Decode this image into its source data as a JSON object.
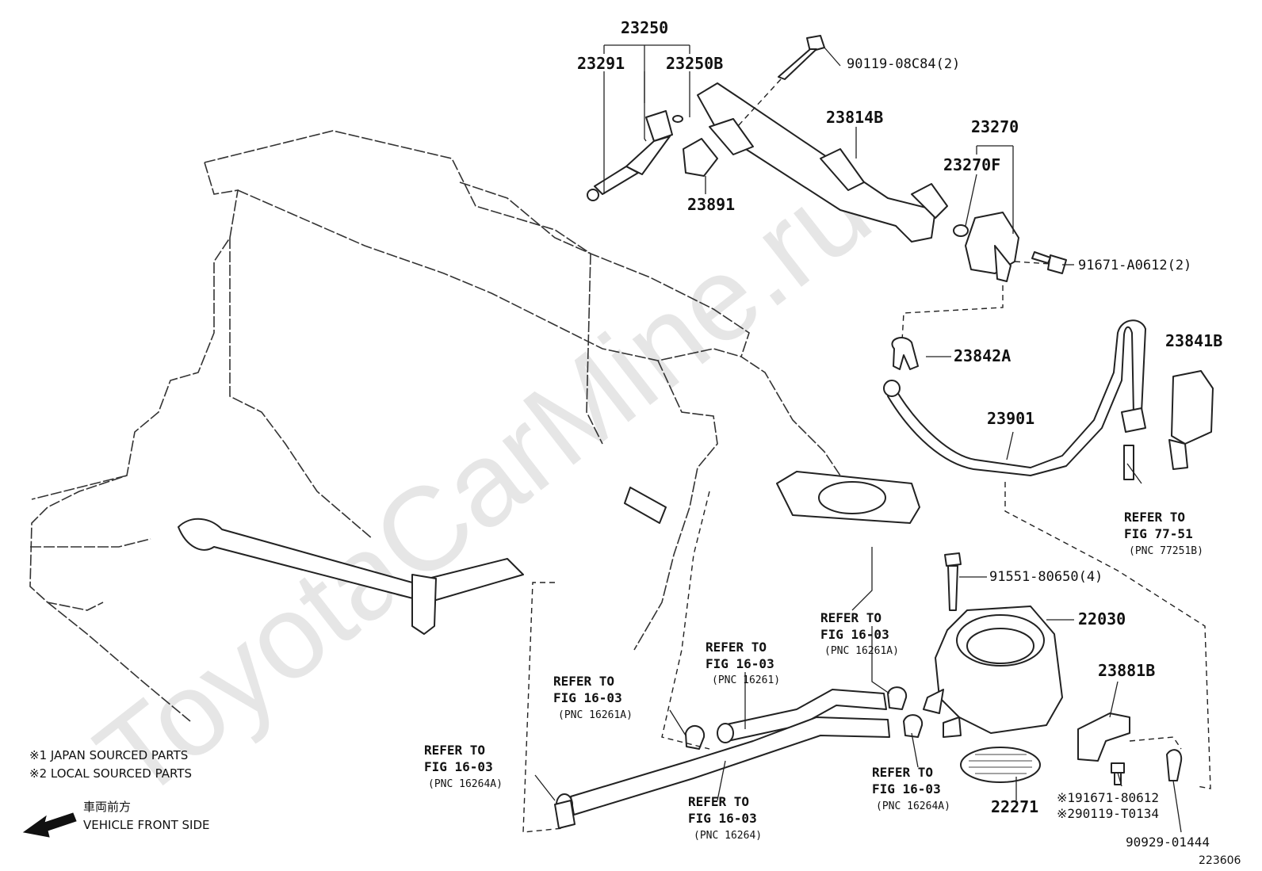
{
  "watermark": "ToyotaCarMine.ru",
  "part_labels": {
    "p23250": "23250",
    "p23291": "23291",
    "p23250B": "23250B",
    "p9011908C84": "90119-08C84(2)",
    "p23814B": "23814B",
    "p23270": "23270",
    "p23270F": "23270F",
    "p23891": "23891",
    "p91671A0612": "91671-A0612(2)",
    "p23842A": "23842A",
    "p23841B": "23841B",
    "p23901": "23901",
    "p9155180650": "91551-80650(4)",
    "p22030": "22030",
    "p23881B": "23881B",
    "p22271": "22271",
    "p9167180612": "※191671-80612",
    "p290119T0134": "※290119-T0134",
    "p9092901444": "90929-01444"
  },
  "references": {
    "fig7751": {
      "line1": "REFER TO",
      "line2": "FIG 77-51",
      "line3": "(PNC 77251B)"
    },
    "ref16261A_upper": {
      "line1": "REFER TO",
      "line2": "FIG 16-03",
      "line3": "(PNC 16261A)"
    },
    "ref16261": {
      "line1": "REFER TO",
      "line2": "FIG 16-03",
      "line3": "(PNC 16261)"
    },
    "ref16261A_left": {
      "line1": "REFER TO",
      "line2": "FIG 16-03",
      "line3": "(PNC 16261A)"
    },
    "ref16264A_left": {
      "line1": "REFER TO",
      "line2": "FIG 16-03",
      "line3": "(PNC 16264A)"
    },
    "ref16264": {
      "line1": "REFER TO",
      "line2": "FIG 16-03",
      "line3": "(PNC 16264)"
    },
    "ref16264A_right": {
      "line1": "REFER TO",
      "line2": "FIG 16-03",
      "line3": "(PNC 16264A)"
    }
  },
  "notes": {
    "japan": "※1 JAPAN SOURCED PARTS",
    "local": "※2 LOCAL SOURCED PARTS",
    "front_jp": "車両前方",
    "front_en": "VEHICLE FRONT SIDE"
  },
  "figure_number": "223606"
}
